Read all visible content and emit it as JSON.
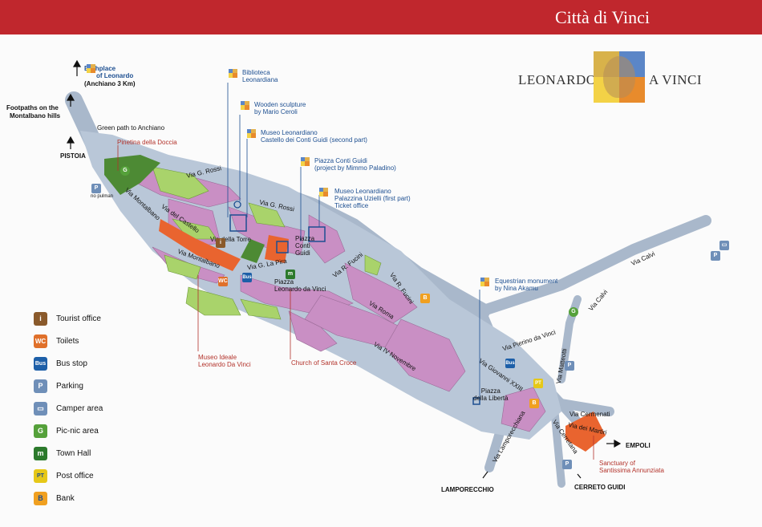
{
  "banner": {
    "title": "Città di Vinci"
  },
  "logo": {
    "left": "LEONARDO",
    "right": "A VINCI"
  },
  "top_labels": {
    "birthplace": "Birthplace",
    "birthplace2": "of Leonardo",
    "birthplace3": "(Anchiano 3 Km)",
    "footpaths": "Footpaths on the",
    "footpaths2": "Montalbano hills",
    "green_path": "Green path to Anchiano",
    "pistoia": "PISTOIA",
    "pinetina": "Pinetina della Doccia",
    "no_pulman": "no pulman"
  },
  "pois": {
    "biblioteca": "Biblioteca",
    "biblioteca2": "Leonardiana",
    "wooden": "Wooden sculpture",
    "wooden2": "by Mario Ceroli",
    "museo": "Museo Leonardiano",
    "museo2": "Castello dei Conti Guidi (second part)",
    "piazza": "Piazza Conti Guidi",
    "piazza2": "(project by Mimmo Paladino)",
    "museo_p": "Museo Leonardiano",
    "museo_p2": "Palazzina Uzielli  (first part)",
    "museo_p3": "Ticket office",
    "equestrian": "Equestrian monument",
    "equestrian2": "by Nina Akamu",
    "museo_ideale": "Museo Ideale",
    "museo_ideale2": "Leonardo Da Vinci",
    "santa_croce": "Church of Santa Croce",
    "sanctuary": "Sanctuary of",
    "sanctuary2": "Santissima Annunziata"
  },
  "streets": {
    "g_rossi_1": "Via G. Rossi",
    "g_rossi_2": "Via G. Rossi",
    "montalbano_1": "Via Montalbano",
    "montalbano_2": "Via Montalbano",
    "castello": "Via del Castello",
    "torre": "Via della Torre",
    "la_pira": "Via G. La Pira",
    "piazza_conti": "Piazza",
    "piazza_conti2": "Conti",
    "piazza_conti3": "Guidi",
    "piazza_leo": "Piazza",
    "piazza_leo2": "Leonardo da Vinci",
    "fucini_1": "Via R. Fucini",
    "fucini_2": "Via R. Fucini",
    "roma": "Via Roma",
    "novembre": "Via IV Novembre",
    "giovanni": "Via Giovanni XXIII",
    "liberta": "Piazza",
    "liberta2": "della Libertà",
    "pierino": "Via Pierino da Vinci",
    "calvi_1": "Via Calvi",
    "calvi_2": "Via Calvi",
    "matteotti": "Via Matteotti",
    "cermenati": "Via Cermenati",
    "martiri": "Via dei Martiri",
    "cerretana": "Via Cerretana",
    "lamporecchiana": "Via Lamporecchiana"
  },
  "destinations": {
    "empoli": "EMPOLI",
    "lamporecchio": "LAMPORECCHIO",
    "cerreto": "CERRETO GUIDI"
  },
  "map_symbols": {
    "g": "G",
    "p": "P",
    "i": "i",
    "wc": "WC",
    "bus": "Bus",
    "m": "m",
    "b": "B",
    "pt": "PT"
  },
  "legend": [
    {
      "symbol": "i",
      "label": "Tourist office",
      "color": "#8a5a2b",
      "name": "tourist-office-icon"
    },
    {
      "symbol": "WC",
      "label": "Toilets",
      "color": "#e0702a",
      "name": "toilets-icon"
    },
    {
      "symbol": "Bus",
      "label": "Bus stop",
      "color": "#1d5fa8",
      "name": "bus-stop-icon"
    },
    {
      "symbol": "P",
      "label": "Parking",
      "color": "#6f8fb8",
      "name": "parking-icon"
    },
    {
      "symbol": "🚐",
      "label": "Camper area",
      "color": "#6f8fb8",
      "name": "camper-icon"
    },
    {
      "symbol": "G",
      "label": "Pic-nic area",
      "color": "#55a13a",
      "name": "picnic-icon"
    },
    {
      "symbol": "m",
      "label": "Town Hall",
      "color": "#2c7a2c",
      "name": "town-hall-icon"
    },
    {
      "symbol": "PT",
      "label": "Post office",
      "color": "#e6c818",
      "name": "post-office-icon"
    },
    {
      "symbol": "B",
      "label": "Bank",
      "color": "#f0a020",
      "name": "bank-icon"
    }
  ],
  "colors": {
    "banner": "#c0272d",
    "road": "#a9b8cb",
    "built": "#c98fc4",
    "green": "#a9d36b",
    "darkgreen": "#4d8a34",
    "highlight": "#e9642f",
    "poi_blue": "#1d4f91",
    "poi_red": "#b3332b"
  }
}
